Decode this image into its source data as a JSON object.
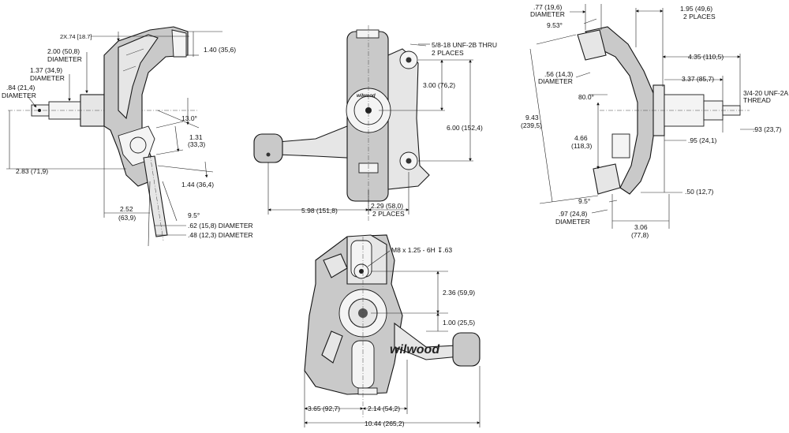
{
  "brand": {
    "logo_text": "wilwood"
  },
  "front_view": {
    "dims": [
      {
        "id": "2x74",
        "text": "2X.74 [18.7]"
      },
      {
        "id": "2_00",
        "text": "2.00 (50,8)"
      },
      {
        "id": "2_00_label",
        "text": "DIAMETER"
      },
      {
        "id": "1_37",
        "text": "1.37 (34,9)"
      },
      {
        "id": "1_37_label",
        "text": "DIAMETER"
      },
      {
        "id": "84",
        "text": ".84 (21,4)"
      },
      {
        "id": "84_label",
        "text": "DIAMETER"
      },
      {
        "id": "2_83",
        "text": "2.83 (71,9)"
      },
      {
        "id": "1_40",
        "text": "1.40 (35,6)"
      },
      {
        "id": "13deg",
        "text": "13.0°"
      },
      {
        "id": "1_31",
        "text": "1.31"
      },
      {
        "id": "1_31_mm",
        "text": "(33,3)"
      },
      {
        "id": "1_44",
        "text": "1.44 (36,4)"
      },
      {
        "id": "2_52",
        "text": "2.52"
      },
      {
        "id": "2_52_mm",
        "text": "(63,9)"
      },
      {
        "id": "9_5deg",
        "text": "9.5°"
      },
      {
        "id": "62",
        "text": ".62 (15,8) DIAMETER"
      },
      {
        "id": "48",
        "text": ".48 (12,3) DIAMETER"
      }
    ]
  },
  "side_view": {
    "dims": [
      {
        "id": "5_8_18",
        "text": "5/8-18 UNF-2B THRU"
      },
      {
        "id": "2places_a",
        "text": "2 PLACES"
      },
      {
        "id": "3_00",
        "text": "3.00 (76,2)"
      },
      {
        "id": "6_00",
        "text": "6.00 (152,4)"
      },
      {
        "id": "5_98",
        "text": "5.98 (151,8)"
      },
      {
        "id": "2_29",
        "text": "2.29 (58,0)"
      },
      {
        "id": "2places_b",
        "text": "2 PLACES"
      }
    ]
  },
  "rear_view": {
    "dims": [
      {
        "id": "77",
        "text": ".77 (19,6)"
      },
      {
        "id": "77_label",
        "text": "DIAMETER"
      },
      {
        "id": "9_53deg",
        "text": "9.53°"
      },
      {
        "id": "1_95",
        "text": "1.95 (49,6)"
      },
      {
        "id": "1_95_places",
        "text": "2 PLACES"
      },
      {
        "id": "4_35",
        "text": "4.35 (110,5)"
      },
      {
        "id": "56",
        "text": ".56 (14,3)"
      },
      {
        "id": "56_label",
        "text": "DIAMETER"
      },
      {
        "id": "3_37",
        "text": "3.37 (85,7)"
      },
      {
        "id": "3_4_20",
        "text": "3/4-20 UNF-2A"
      },
      {
        "id": "thread",
        "text": "THREAD"
      },
      {
        "id": "80deg",
        "text": "80.0°"
      },
      {
        "id": "9_43",
        "text": "9.43"
      },
      {
        "id": "9_43_mm",
        "text": "(239,5)"
      },
      {
        "id": "4_66",
        "text": "4.66"
      },
      {
        "id": "4_66_mm",
        "text": "(118,3)"
      },
      {
        "id": "93",
        "text": ".93 (23,7)"
      },
      {
        "id": "95",
        "text": ".95 (24,1)"
      },
      {
        "id": "9_5deg_b",
        "text": "9.5°"
      },
      {
        "id": "50",
        "text": ".50 (12,7)"
      },
      {
        "id": "97",
        "text": ".97 (24,8)"
      },
      {
        "id": "97_label",
        "text": "DIAMETER"
      },
      {
        "id": "3_06",
        "text": "3.06"
      },
      {
        "id": "3_06_mm",
        "text": "(77,8)"
      }
    ]
  },
  "bottom_view": {
    "dims": [
      {
        "id": "m8",
        "text": "M8 x 1.25 - 6H ↧.63"
      },
      {
        "id": "2_36",
        "text": "2.36 (59,9)"
      },
      {
        "id": "1_00",
        "text": "1.00 (25,5)"
      },
      {
        "id": "3_65",
        "text": "3.65 (92,7)"
      },
      {
        "id": "2_14",
        "text": "2.14 (54,2)"
      },
      {
        "id": "10_44",
        "text": "10.44 (265,2)"
      }
    ]
  }
}
